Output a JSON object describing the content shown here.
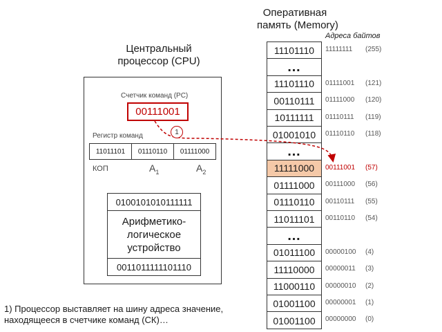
{
  "memory_title_1": "Оперативная",
  "memory_title_2": "память (Memory)",
  "addresses_header": "Адреса байтов",
  "cpu_title_1": "Центральный",
  "cpu_title_2": "процессор (CPU)",
  "pc_label": "Счетчик команд (PC)",
  "pc_value": "00111001",
  "ir_label": "Регистр команд",
  "ir_fields": [
    "11011101",
    "01110110",
    "01111000"
  ],
  "ir_field_labels": {
    "cop": "КОП",
    "a1": "A",
    "a1_sub": "1",
    "a2": "A",
    "a2_sub": "2"
  },
  "alu_register_top": "0100101010111111",
  "alu_name_1": "Арифметико-",
  "alu_name_2": "логическое",
  "alu_name_3": "устройство",
  "alu_register_bottom": "0011011111101110",
  "step_badge": "1",
  "annotation_1": "1) Процессор выставляет на шину адреса значение,",
  "annotation_2": "находящееся в счетчике команд (СК)…",
  "memory": [
    {
      "value": "11101110",
      "addr": "11111111",
      "dec": "(255)"
    },
    {
      "value": "…",
      "addr": "",
      "dec": ""
    },
    {
      "value": "11101110",
      "addr": "01111001",
      "dec": "(121)"
    },
    {
      "value": "00110111",
      "addr": "01111000",
      "dec": "(120)"
    },
    {
      "value": "10111111",
      "addr": "01110111",
      "dec": "(119)"
    },
    {
      "value": "01001010",
      "addr": "01110110",
      "dec": "(118)"
    },
    {
      "value": "…",
      "addr": "",
      "dec": ""
    },
    {
      "value": "11111000",
      "addr": "00111001",
      "dec": "(57)"
    },
    {
      "value": "01111000",
      "addr": "00111000",
      "dec": "(56)"
    },
    {
      "value": "01110110",
      "addr": "00110111",
      "dec": "(55)"
    },
    {
      "value": "11011101",
      "addr": "00110110",
      "dec": "(54)"
    },
    {
      "value": "…",
      "addr": "",
      "dec": ""
    },
    {
      "value": "01011100",
      "addr": "00000100",
      "dec": "(4)"
    },
    {
      "value": "11110000",
      "addr": "00000011",
      "dec": "(3)"
    },
    {
      "value": "11000110",
      "addr": "00000010",
      "dec": "(2)"
    },
    {
      "value": "01001100",
      "addr": "00000001",
      "dec": "(1)"
    },
    {
      "value": "01001100",
      "addr": "00000000",
      "dec": "(0)"
    }
  ],
  "highlight_index": 7,
  "colors": {
    "accent": "#c00000",
    "highlight": "#f5c9a8",
    "line": "#333333"
  }
}
